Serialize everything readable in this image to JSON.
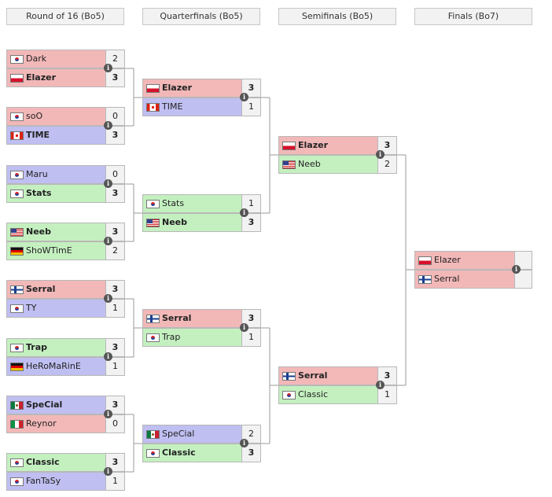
{
  "rounds": [
    {
      "label": "Round of 16 (Bo5)"
    },
    {
      "label": "Quarterfinals (Bo5)"
    },
    {
      "label": "Semifinals (Bo5)"
    },
    {
      "label": "Finals (Bo7)"
    }
  ],
  "info_glyph": "i",
  "r16": [
    {
      "top": {
        "name": "Dark",
        "flag": "kr",
        "score": "2",
        "color": "red",
        "win": false
      },
      "bottom": {
        "name": "Elazer",
        "flag": "pl",
        "score": "3",
        "color": "red",
        "win": true
      }
    },
    {
      "top": {
        "name": "soO",
        "flag": "kr",
        "score": "0",
        "color": "red",
        "win": false
      },
      "bottom": {
        "name": "TIME",
        "flag": "ca",
        "score": "3",
        "color": "blue",
        "win": true
      }
    },
    {
      "top": {
        "name": "Maru",
        "flag": "kr",
        "score": "0",
        "color": "blue",
        "win": false
      },
      "bottom": {
        "name": "Stats",
        "flag": "kr",
        "score": "3",
        "color": "green",
        "win": true
      }
    },
    {
      "top": {
        "name": "Neeb",
        "flag": "us",
        "score": "3",
        "color": "green",
        "win": true
      },
      "bottom": {
        "name": "ShoWTimE",
        "flag": "de",
        "score": "2",
        "color": "green",
        "win": false
      }
    },
    {
      "top": {
        "name": "Serral",
        "flag": "fi",
        "score": "3",
        "color": "red",
        "win": true
      },
      "bottom": {
        "name": "TY",
        "flag": "kr",
        "score": "1",
        "color": "blue",
        "win": false
      }
    },
    {
      "top": {
        "name": "Trap",
        "flag": "kr",
        "score": "3",
        "color": "green",
        "win": true
      },
      "bottom": {
        "name": "HeRoMaRinE",
        "flag": "de",
        "score": "1",
        "color": "blue",
        "win": false
      }
    },
    {
      "top": {
        "name": "SpeCial",
        "flag": "mx",
        "score": "3",
        "color": "blue",
        "win": true
      },
      "bottom": {
        "name": "Reynor",
        "flag": "it",
        "score": "0",
        "color": "red",
        "win": false
      }
    },
    {
      "top": {
        "name": "Classic",
        "flag": "kr",
        "score": "3",
        "color": "green",
        "win": true
      },
      "bottom": {
        "name": "FanTaSy",
        "flag": "kr",
        "score": "1",
        "color": "blue",
        "win": false
      }
    }
  ],
  "qf": [
    {
      "top": {
        "name": "Elazer",
        "flag": "pl",
        "score": "3",
        "color": "red",
        "win": true
      },
      "bottom": {
        "name": "TIME",
        "flag": "ca",
        "score": "1",
        "color": "blue",
        "win": false
      }
    },
    {
      "top": {
        "name": "Stats",
        "flag": "kr",
        "score": "1",
        "color": "green",
        "win": false
      },
      "bottom": {
        "name": "Neeb",
        "flag": "us",
        "score": "3",
        "color": "green",
        "win": true
      }
    },
    {
      "top": {
        "name": "Serral",
        "flag": "fi",
        "score": "3",
        "color": "red",
        "win": true
      },
      "bottom": {
        "name": "Trap",
        "flag": "kr",
        "score": "1",
        "color": "green",
        "win": false
      }
    },
    {
      "top": {
        "name": "SpeCial",
        "flag": "mx",
        "score": "2",
        "color": "blue",
        "win": false
      },
      "bottom": {
        "name": "Classic",
        "flag": "kr",
        "score": "3",
        "color": "green",
        "win": true
      }
    }
  ],
  "sf": [
    {
      "top": {
        "name": "Elazer",
        "flag": "pl",
        "score": "3",
        "color": "red",
        "win": true
      },
      "bottom": {
        "name": "Neeb",
        "flag": "us",
        "score": "2",
        "color": "green",
        "win": false
      }
    },
    {
      "top": {
        "name": "Serral",
        "flag": "fi",
        "score": "3",
        "color": "red",
        "win": true
      },
      "bottom": {
        "name": "Classic",
        "flag": "kr",
        "score": "1",
        "color": "green",
        "win": false
      }
    }
  ],
  "final": [
    {
      "top": {
        "name": "Elazer",
        "flag": "pl",
        "score": "",
        "color": "red",
        "win": false
      },
      "bottom": {
        "name": "Serral",
        "flag": "fi",
        "score": "",
        "color": "red",
        "win": false
      }
    }
  ],
  "colors": {
    "red": "#f2b8b8",
    "blue": "#bfbff2",
    "green": "#c4f0c0"
  }
}
